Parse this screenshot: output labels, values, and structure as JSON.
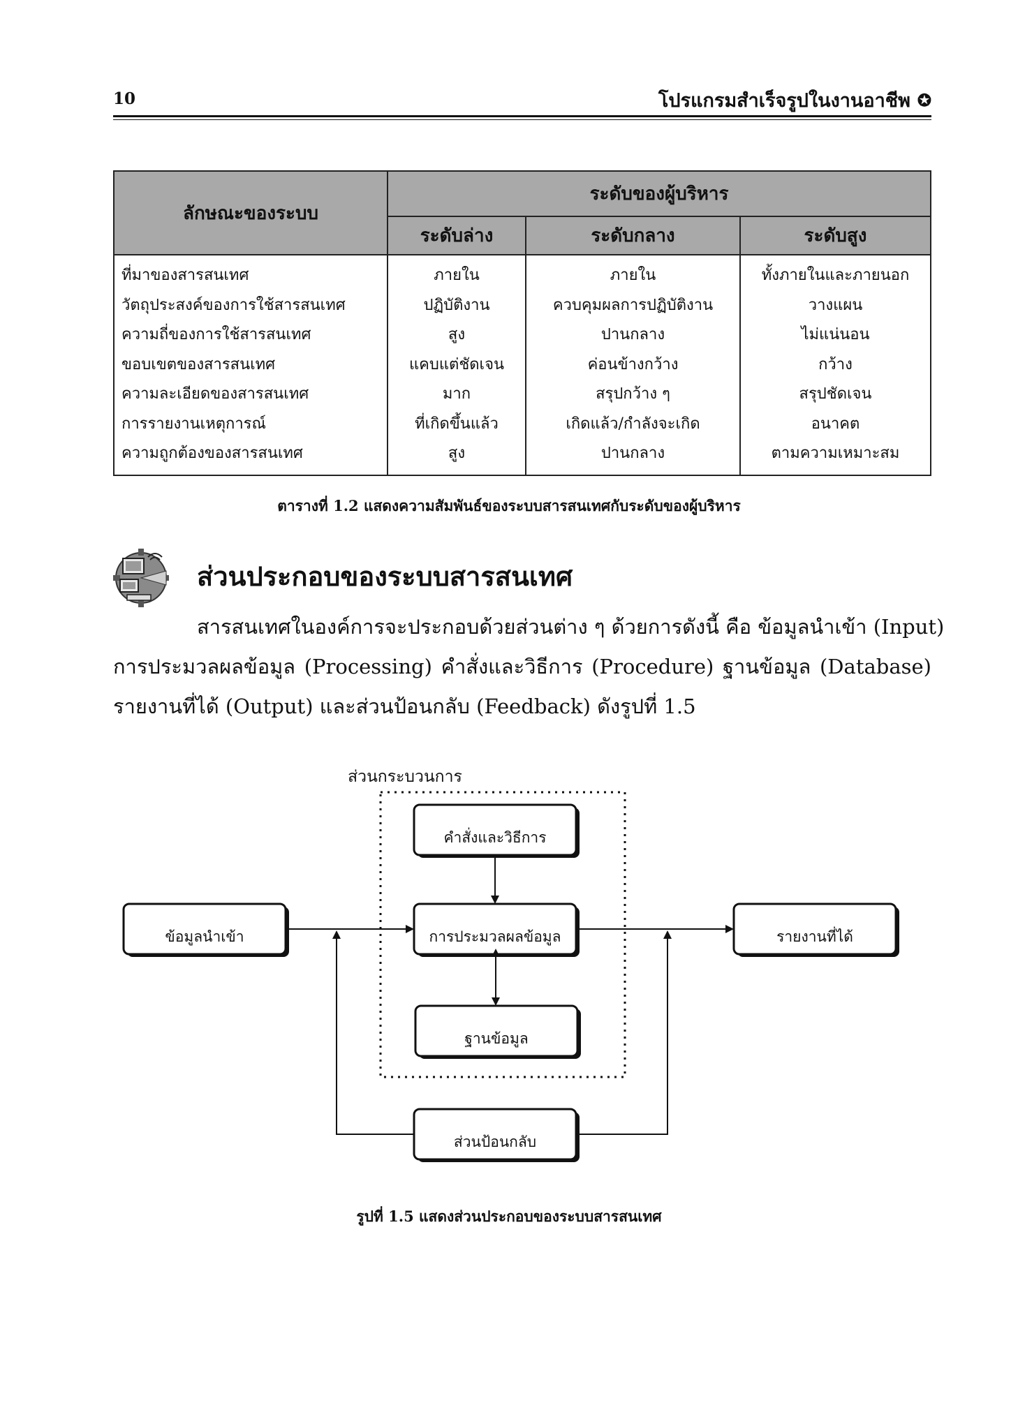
{
  "header": {
    "page_number": "10",
    "book_title": "โปรแกรมสำเร็จรูปในงานอาชีพ"
  },
  "table": {
    "feature_header": "ลักษณะของระบบ",
    "level_header": "ระดับของผู้บริหาร",
    "sub_headers": [
      "ระดับล่าง",
      "ระดับกลาง",
      "ระดับสูง"
    ],
    "features": [
      "ที่มาของสารสนเทศ",
      "วัตถุประสงค์ของการใช้สารสนเทศ",
      "ความถี่ของการใช้สารสนเทศ",
      "ขอบเขตของสารสนเทศ",
      "ความละเอียดของสารสนเทศ",
      "การรายงานเหตุการณ์",
      "ความถูกต้องของสารสนเทศ"
    ],
    "low": [
      "ภายใน",
      "ปฏิบัติงาน",
      "สูง",
      "แคบแต่ชัดเจน",
      "มาก",
      "ที่เกิดขึ้นแล้ว",
      "สูง"
    ],
    "mid": [
      "ภายใน",
      "ควบคุมผลการปฏิบัติงาน",
      "ปานกลาง",
      "ค่อนข้างกว้าง",
      "สรุปกว้าง ๆ",
      "เกิดแล้ว/กำลังจะเกิด",
      "ปานกลาง"
    ],
    "high": [
      "ทั้งภายในและภายนอก",
      "วางแผน",
      "ไม่แน่นอน",
      "กว้าง",
      "สรุปชัดเจน",
      "อนาคต",
      "ตามความเหมาะสม"
    ],
    "caption": "ตารางที่ 1.2 แสดงความสัมพันธ์ของระบบสารสนเทศกับระดับของผู้บริหาร"
  },
  "section": {
    "title": "ส่วนประกอบของระบบสารสนเทศ",
    "paragraph_lines": [
      "สารสนเทศในองค์การจะประกอบด้วยส่วนต่าง ๆ ด้วยการดังนี้ คือ ข้อมูลนำเข้า (Input)",
      "การประมวลผลข้อมูล (Processing) คำสั่งและวิธีการ (Procedure) ฐานข้อมูล (Database)",
      "รายงานที่ได้ (Output) และส่วนป้อนกลับ (Feedback) ดังรูปที่ 1.5"
    ]
  },
  "diagram": {
    "process_group_label": "ส่วนกระบวนการ",
    "procedure": "คำสั่งและวิธีการ",
    "input": "ข้อมูลนำเข้า",
    "processing": "การประมวลผลข้อมูล",
    "output": "รายงานที่ได้",
    "database": "ฐานข้อมูล",
    "feedback": "ส่วนป้อนกลับ",
    "caption": "รูปที่ 1.5 แสดงส่วนประกอบของระบบสารสนเทศ"
  }
}
